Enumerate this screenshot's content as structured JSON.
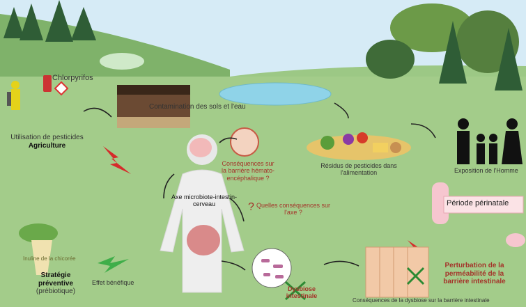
{
  "labels": {
    "chlorpyrifos": "Chlorpyrifos",
    "contamination": "Contamination des sols et l'eau",
    "utilisation_line1": "Utilisation de pesticides",
    "utilisation_line2": "Agriculture",
    "residus_line1": "Résidus de pesticides dans",
    "residus_line2": "l'alimentation",
    "exposition": "Exposition de l'Homme",
    "barriere_line1": "Conséquences sur",
    "barriere_line2": "la barrière hémato-",
    "barriere_line3": "encéphalique ?",
    "axe_line1": "Axe microbiote-intestin-",
    "axe_line2": "cerveau",
    "quelles_line1": "Quelles conséquences sur",
    "quelles_line2": "l'axe ?",
    "perinatale": "Période périnatale",
    "inuline": "Inuline de la chicorée",
    "strategie_line1": "Stratégie",
    "strategie_line2": "préventive",
    "strategie_line3": "(prébiotique)",
    "effet": "Effet bénéfique",
    "dysbiose_line1": "Dysbiose",
    "dysbiose_line2": "intestinale",
    "perturbation_line1": "Perturbation de la",
    "perturbation_line2": "perméabilité de la",
    "perturbation_line3": "barrière intestinale",
    "consequences_dysbiose": "Conséquences de la dysbiose sur la barrière intestinale"
  },
  "colors": {
    "sky": "#cfe6f3",
    "meadow": "#a7cf8c",
    "ground": "#9bc884",
    "accent_red": "#a4332a",
    "lightning": "#d62b2b",
    "benefit": "#3fae49",
    "pink": "#f6c6cf"
  },
  "icons": [
    "sprayer-person-icon",
    "bottle-icon",
    "hazard-icon",
    "lightning-icon",
    "arrow-icon",
    "family-icon",
    "question-icon",
    "brain-icon",
    "gut-icon"
  ]
}
